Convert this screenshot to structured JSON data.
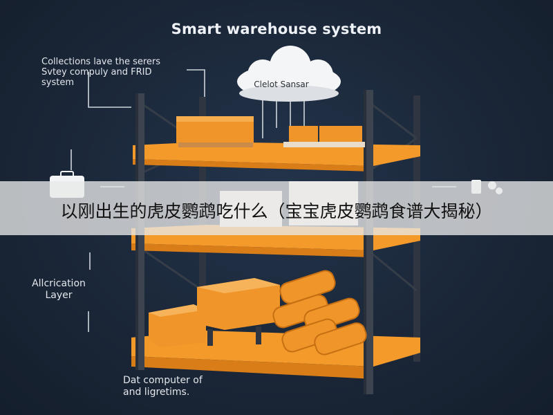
{
  "title": "Smart warehouse system",
  "notes": {
    "top": [
      "Collections lave the serers",
      "Svtey compuly and FRID",
      "system"
    ],
    "mid": [
      "Allcrication",
      "Layer"
    ],
    "bottom": [
      "Dat computer of",
      "and ligretims."
    ]
  },
  "cloud_label": "Clelot Sansar",
  "overlay_caption": "以刚出生的虎皮鹦鹉吃什么（宝宝虎皮鹦鹉食谱大揭秘）",
  "colors": {
    "background": "#1c2a3d",
    "shelf": "#f39a2b",
    "upright": "#3c4450",
    "box": "#f0952a",
    "connector": "#d8dde3"
  }
}
